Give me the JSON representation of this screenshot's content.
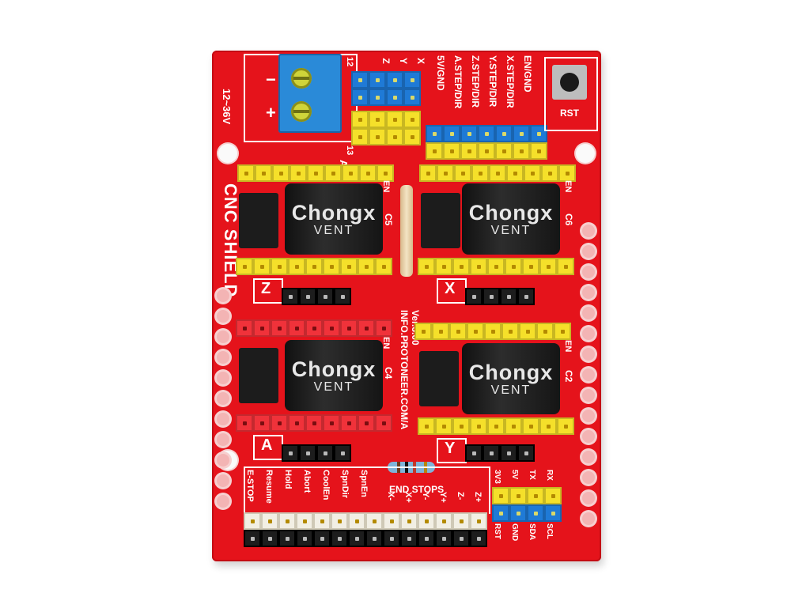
{
  "board": {
    "title": "CNC SHIELD",
    "version": "Ver.3.00",
    "url": "INFO.PROTONEER.COM/A",
    "voltage_label": "12~36V",
    "polarity_minus": "−",
    "polarity_plus": "+",
    "reset_label": "RST",
    "adr_label": "ADR",
    "left_pin_labels": {
      "a": "12",
      "b": "13"
    },
    "jumper_labels": [
      "Z",
      "Y",
      "X"
    ],
    "pin_map": [
      "EN/GND",
      "X.STEP/DIR",
      "Y.STEP/DIR",
      "Z.STEP/DIR",
      "A.STEP/DIR",
      "5V/GND"
    ],
    "axis_labels": {
      "top_left": "Z",
      "top_right": "X",
      "bottom_left": "A",
      "bottom_right": "Y"
    },
    "cap_labels": [
      "C5",
      "C6",
      "C4",
      "C2"
    ],
    "en_label": "EN",
    "capacitor_brand": "Chongx",
    "capacitor_vent": "VENT",
    "control_pins": [
      "E-STOP",
      "Resume",
      "Hold",
      "Abort",
      "CoolEn",
      "SpnDir",
      "SpnEn"
    ],
    "end_stops_title": "END STOPS",
    "end_stop_pins": [
      "X-",
      "X+",
      "Y-",
      "Y+",
      "Z-",
      "Z+"
    ],
    "i2c_top": [
      "3V3",
      "5V",
      "TX",
      "RX"
    ],
    "i2c_bottom": [
      "RST",
      "GND",
      "SDA",
      "SCL"
    ]
  },
  "colors": {
    "board": "#e5131b",
    "silk": "#ffffff",
    "header_yellow": "#f5e02a",
    "header_blue": "#1f7ad6",
    "header_black": "#1d1d1d",
    "header_white": "#f2efe4"
  }
}
